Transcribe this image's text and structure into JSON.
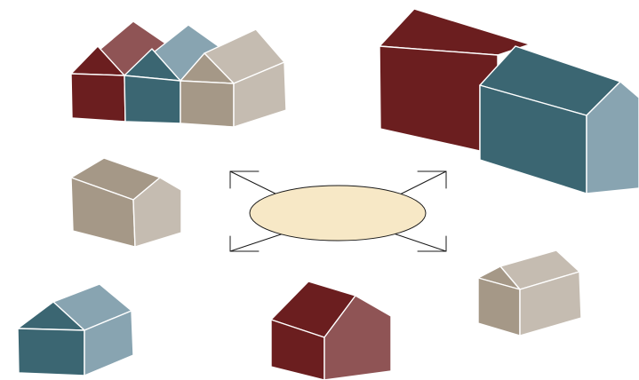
{
  "palette": {
    "background": "#ffffff",
    "maroon_front": "#6b1e1f",
    "maroon_side": "#8f5455",
    "teal_front": "#3b6672",
    "teal_side": "#88a4b1",
    "taupe_front": "#a59887",
    "taupe_side": "#c5bcb1",
    "hub_fill": "#f7e8c6",
    "hub_stroke": "#1a1a1a",
    "arrow_color": "#1a1a1a"
  },
  "hub": {
    "shape": "ellipse",
    "arrows": [
      "top-left",
      "top-right",
      "bottom-left",
      "bottom-right"
    ]
  },
  "houses": [
    {
      "name": "row-house-maroon",
      "color": "maroon"
    },
    {
      "name": "row-house-teal",
      "color": "teal"
    },
    {
      "name": "row-house-taupe",
      "color": "taupe"
    },
    {
      "name": "long-house-maroon",
      "color": "maroon"
    },
    {
      "name": "long-house-teal",
      "color": "teal"
    },
    {
      "name": "house-taupe-mid-left",
      "color": "taupe"
    },
    {
      "name": "house-teal-bottom-left",
      "color": "teal"
    },
    {
      "name": "house-maroon-bottom-center",
      "color": "maroon"
    },
    {
      "name": "house-taupe-right",
      "color": "taupe"
    }
  ]
}
